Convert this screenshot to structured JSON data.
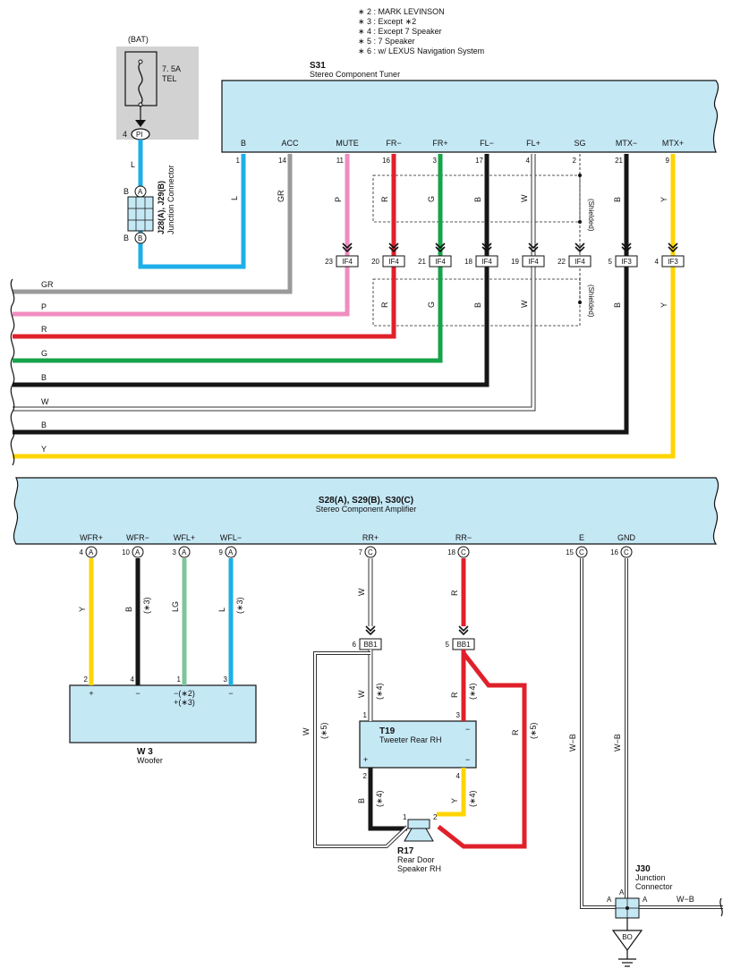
{
  "colors": {
    "component_fill": "#c5e8f5",
    "L": "#1eaee8",
    "GR": "#9a9a9a",
    "P": "#f08cc0",
    "R": "#e0202a",
    "G": "#16a34a",
    "B": "#161616",
    "W": "#ffffff",
    "Y": "#ffd400",
    "LG": "#7dc59a",
    "fuse_box": "#d2d2d2"
  },
  "notes": [
    "∗ 2 : MARK LEVINSON",
    "∗ 3 : Except ∗2",
    "∗ 4 : Except 7 Speaker",
    "∗ 5 : 7 Speaker",
    "∗ 6 : w/ LEXUS Navigation System"
  ],
  "fuse": {
    "supply": "(BAT)",
    "rating": "7. 5A",
    "name": "TEL",
    "pin": "4",
    "connector": "PI"
  },
  "junction_j28": {
    "id": "J28(A), J29(B)",
    "name": "Junction Connector",
    "side_a": "B",
    "letter_a": "A",
    "side_b": "B",
    "letter_b": "B"
  },
  "tuner": {
    "id": "S31",
    "name": "Stereo Component Tuner",
    "pins": [
      {
        "label": "B",
        "num": "1",
        "wire": "L"
      },
      {
        "label": "ACC",
        "num": "14",
        "wire": "GR"
      },
      {
        "label": "MUTE",
        "num": "11",
        "wire": "P"
      },
      {
        "label": "FR−",
        "num": "16",
        "wire": "R"
      },
      {
        "label": "FR+",
        "num": "3",
        "wire": "G"
      },
      {
        "label": "FL−",
        "num": "17",
        "wire": "B"
      },
      {
        "label": "FL+",
        "num": "4",
        "wire": "W"
      },
      {
        "label": "SG",
        "num": "2",
        "wire": ""
      },
      {
        "label": "MTX−",
        "num": "21",
        "wire": "B"
      },
      {
        "label": "MTX+",
        "num": "9",
        "wire": "Y"
      }
    ]
  },
  "inline_connectors": [
    {
      "num": "23",
      "name": "IF4",
      "wire_below": ""
    },
    {
      "num": "20",
      "name": "IF4",
      "wire_below": "R"
    },
    {
      "num": "21",
      "name": "IF4",
      "wire_below": "G"
    },
    {
      "num": "18",
      "name": "IF4",
      "wire_below": "B"
    },
    {
      "num": "19",
      "name": "IF4",
      "wire_below": "W"
    },
    {
      "num": "22",
      "name": "IF4",
      "wire_below": ""
    },
    {
      "num": "5",
      "name": "IF3",
      "wire_below": "B"
    },
    {
      "num": "4",
      "name": "IF3",
      "wire_below": "Y"
    }
  ],
  "shielded_label": "(Shielded)",
  "trunk_wires": [
    "GR",
    "P",
    "R",
    "G",
    "B",
    "W",
    "B",
    "Y"
  ],
  "amplifier": {
    "id": "S28(A), S29(B), S30(C)",
    "name": "Stereo Component Amplifier",
    "pins": [
      {
        "label": "WFR+",
        "num": "4",
        "conn": "A",
        "wire": "Y",
        "note": ""
      },
      {
        "label": "WFR−",
        "num": "10",
        "conn": "A",
        "wire": "B",
        "note": "(∗3)"
      },
      {
        "label": "WFL+",
        "num": "3",
        "conn": "A",
        "wire": "LG",
        "note": ""
      },
      {
        "label": "WFL−",
        "num": "9",
        "conn": "A",
        "wire": "L",
        "note": "(∗3)"
      },
      {
        "label": "RR+",
        "num": "7",
        "conn": "C",
        "wire": "W",
        "note": ""
      },
      {
        "label": "RR−",
        "num": "18",
        "conn": "C",
        "wire": "R",
        "note": ""
      },
      {
        "label": "E",
        "num": "15",
        "conn": "C",
        "wire": "W−B",
        "note": ""
      },
      {
        "label": "GND",
        "num": "16",
        "conn": "C",
        "wire": "W−B",
        "note": ""
      }
    ]
  },
  "woofer": {
    "id": "W 3",
    "name": "Woofer",
    "pins": [
      {
        "num": "2",
        "sign": "+"
      },
      {
        "num": "4",
        "sign": "−"
      },
      {
        "num": "1",
        "sign": "−(∗2)",
        "sign2": "+(∗3)"
      },
      {
        "num": "3",
        "sign": "−"
      }
    ]
  },
  "bb1": [
    {
      "num": "6",
      "name": "BB1"
    },
    {
      "num": "5",
      "name": "BB1"
    }
  ],
  "tweeter": {
    "id": "T19",
    "name": "Tweeter Rear RH",
    "pin_tl": "1",
    "pin_tr": "3",
    "pin_bl": "2",
    "pin_br": "4",
    "sign_tr": "−",
    "sign_l": "+",
    "sign_br": "−",
    "wires": {
      "w_top": "W",
      "w_top_note": "(∗4)",
      "r_top": "R",
      "r_top_note": "(∗4)",
      "b_bot": "B",
      "b_bot_note": "(∗4)",
      "y_bot": "Y",
      "y_bot_note": "(∗4)"
    },
    "bypass_w": "W",
    "bypass_w_note": "(∗5)",
    "bypass_r": "R",
    "bypass_r_note": "(∗5)"
  },
  "speaker": {
    "id": "R17",
    "name_line1": "Rear Door",
    "name_line2": "Speaker RH",
    "pin_l": "1",
    "pin_r": "2"
  },
  "junction_j30": {
    "id": "J30",
    "name_line1": "Junction",
    "name_line2": "Connector",
    "pin_l": "A",
    "pin_r": "A",
    "pin_top": "A",
    "wire_out": "W−B",
    "ground": "BO"
  }
}
